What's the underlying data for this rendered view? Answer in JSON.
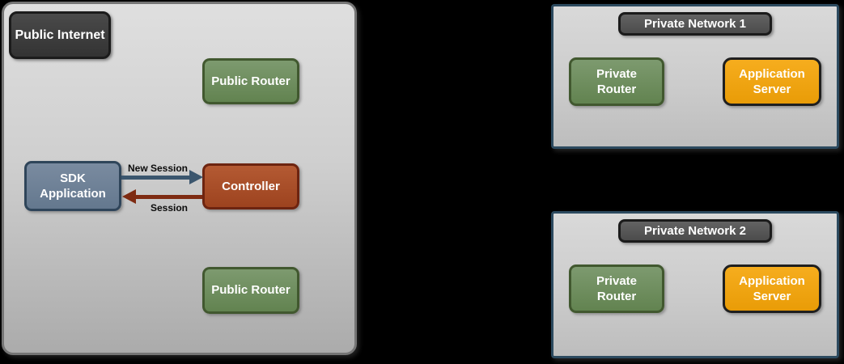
{
  "zones": {
    "public_internet": {
      "title": "Public Internet",
      "nodes": {
        "public_router_top": {
          "label": "Public Router"
        },
        "sdk_application": {
          "label": "SDK Application"
        },
        "controller": {
          "label": "Controller"
        },
        "public_router_bottom": {
          "label": "Public Router"
        }
      },
      "arrows": {
        "new_session": {
          "label": "New Session",
          "direction": "right",
          "color": "#3b566e"
        },
        "session": {
          "label": "Session",
          "direction": "left",
          "color": "#7e2b12"
        }
      }
    },
    "private_network_1": {
      "title": "Private Network 1",
      "nodes": {
        "private_router": {
          "label": "Private Router"
        },
        "application_server": {
          "label": "Application Server"
        }
      }
    },
    "private_network_2": {
      "title": "Private Network 2",
      "nodes": {
        "private_router": {
          "label": "Private Router"
        },
        "application_server": {
          "label": "Application Server"
        }
      }
    }
  },
  "colors": {
    "background": "#000000",
    "zone_fill": "#cccccc",
    "zone_main_border": "#757575",
    "private_zone_border": "#2c4a5f",
    "badge_dark_fill": "#3f3f3f",
    "badge_dark_border": "#1b1b1b",
    "router_green_fill": "#6f9160",
    "router_green_border": "#41582f",
    "sdk_slate_fill": "#70829a",
    "sdk_slate_border": "#2f455a",
    "controller_rust_fill": "#a94e29",
    "controller_rust_border": "#6d2410",
    "server_orange_fill": "#f0a313",
    "server_orange_border": "#1f1f1f",
    "arrow_blue": "#3b566e",
    "arrow_red": "#7e2b12"
  }
}
